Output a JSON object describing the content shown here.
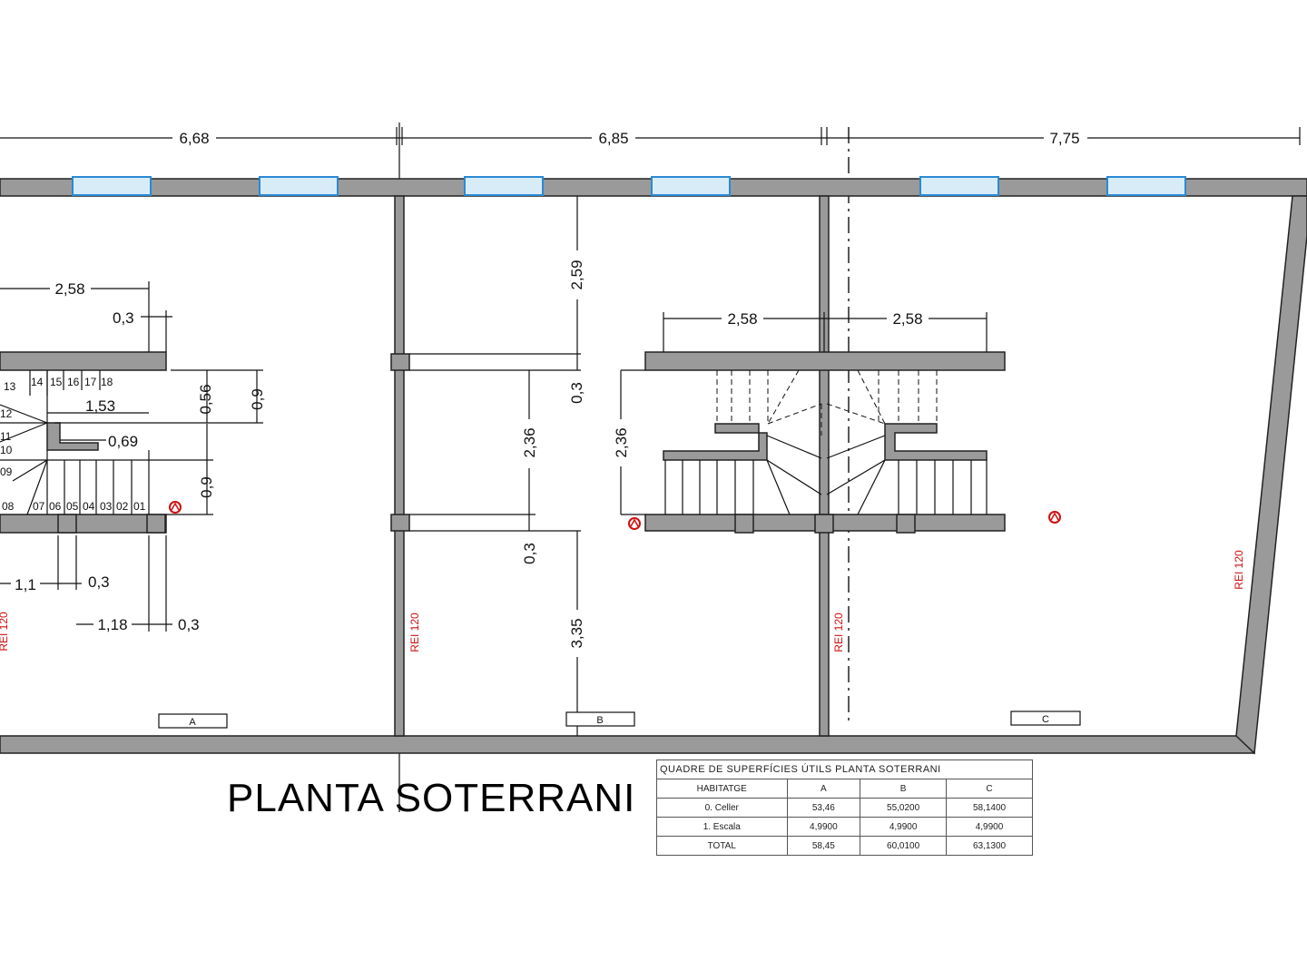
{
  "title": "PLANTA SOTERRANI",
  "dimensions": {
    "top_a": "6,68",
    "top_b": "6,85",
    "top_c": "7,75",
    "a_258": "2,58",
    "a_03_top": "0,3",
    "a_153": "1,53",
    "a_069": "0,69",
    "a_056": "0,56",
    "a_09_right": "0,9",
    "a_09_mid": "0,9",
    "a_11": "1,1",
    "a_03_mid": "0,3",
    "a_118": "1,18",
    "a_03_bot": "0,3",
    "b_259": "2,59",
    "b_03_top": "0,3",
    "b_236_left": "2,36",
    "b_236_right": "2,36",
    "b_03_bot": "0,3",
    "b_335": "3,35",
    "bc_258_left": "2,58",
    "bc_258_right": "2,58"
  },
  "stair_steps_top": [
    "13",
    "14",
    "15",
    "16",
    "17",
    "18"
  ],
  "stair_steps_side": [
    "12",
    "11",
    "10",
    "09"
  ],
  "stair_steps_bottom": [
    "08",
    "07",
    "06",
    "05",
    "04",
    "03",
    "02",
    "01"
  ],
  "fire_ratings": [
    "REI 120",
    "REI 120",
    "REI 120",
    "REI 120"
  ],
  "unit_tags": [
    "A",
    "B",
    "C"
  ],
  "table": {
    "caption": "QUADRE DE SUPERFÍCIES ÚTILS PLANTA SOTERRANI",
    "header": [
      "HABITATGE",
      "A",
      "B",
      "C"
    ],
    "rows": [
      [
        "0. Celler",
        "53,46",
        "55,0200",
        "58,1400"
      ],
      [
        "1. Escala",
        "4,9900",
        "4,9900",
        "4,9900"
      ],
      [
        "TOTAL",
        "58,45",
        "60,0100",
        "63,1300"
      ]
    ]
  },
  "colors": {
    "wall_fill": "#9a9a9a",
    "window_stroke": "#2a8ad4",
    "fire_marker": "#d01010"
  }
}
